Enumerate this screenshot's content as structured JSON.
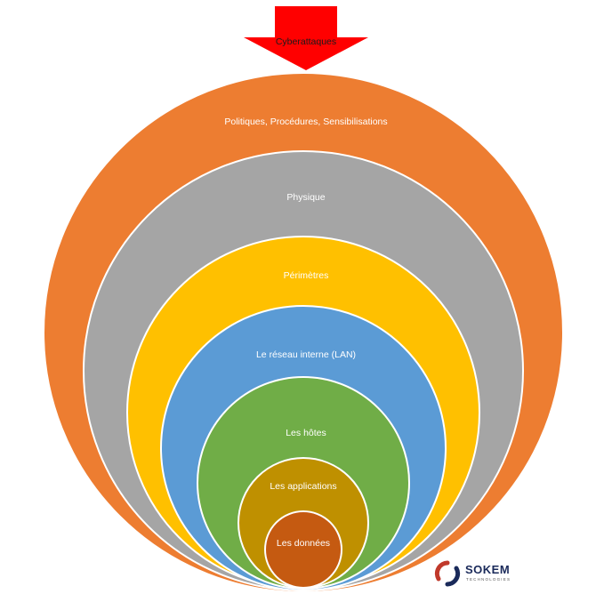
{
  "arrow": {
    "label": "Cyberattaques",
    "color": "#ff0000"
  },
  "layers": [
    {
      "label": "Politiques, Procédures, Sensibilisations",
      "color": "#ed7d31"
    },
    {
      "label": "Physique",
      "color": "#a5a5a5"
    },
    {
      "label": "Périmètres",
      "color": "#ffc000"
    },
    {
      "label": "Le réseau interne (LAN)",
      "color": "#5b9bd5"
    },
    {
      "label": "Les hôtes",
      "color": "#70ad47"
    },
    {
      "label": "Les applications",
      "color": "#bf9000"
    },
    {
      "label": "Les données",
      "color": "#c55a11"
    }
  ],
  "brand": {
    "name": "SOKEM",
    "sub": "TECHNOLOGIES",
    "icon": "sokem-logo-icon",
    "colors": [
      "#c0392b",
      "#1a2a5a"
    ]
  }
}
